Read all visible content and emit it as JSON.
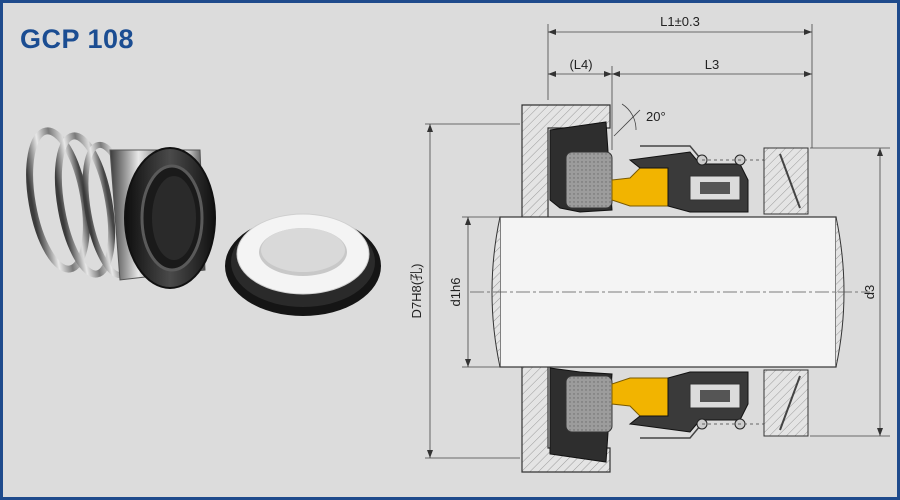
{
  "title": "GCP 108",
  "dimensions": {
    "l1": "L1±0.3",
    "l4": "(L4)",
    "l3": "L3",
    "angle": "20°",
    "d7": "D7H8(孔)",
    "d1": "d1h6",
    "d3": "d3"
  },
  "colors": {
    "frame": "#1f4b8c",
    "background": "#dcdcdc",
    "title": "#1b4d92",
    "rubber": "#2f2f2f",
    "face": "#f2b400",
    "seat": "#a8a8a8"
  }
}
